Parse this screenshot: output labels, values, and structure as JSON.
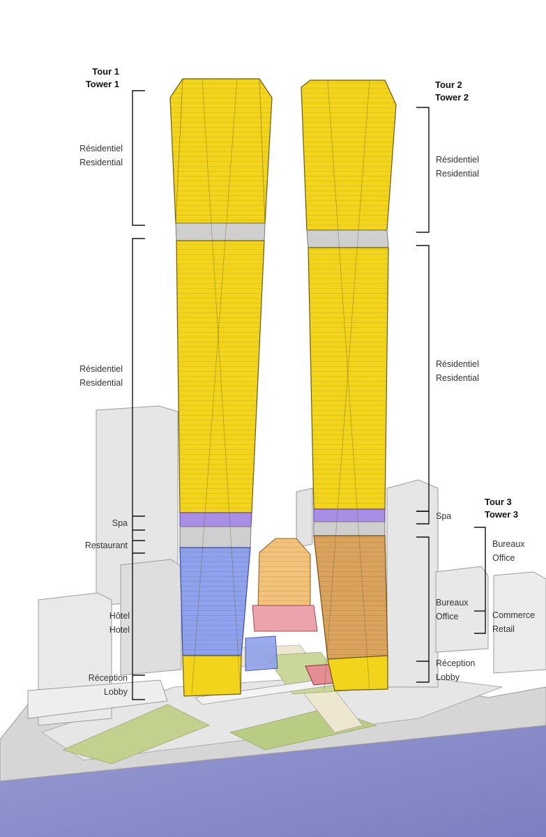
{
  "towers": {
    "tower1": {
      "title_fr": "Tour 1",
      "title_en": "Tower 1"
    },
    "tower2": {
      "title_fr": "Tour 2",
      "title_en": "Tower 2"
    },
    "tower3": {
      "title_fr": "Tour 3",
      "title_en": "Tower 3"
    }
  },
  "labels": {
    "t1_res_upper": {
      "fr": "Résidentiel",
      "en": "Residential"
    },
    "t1_res_lower": {
      "fr": "Résidentiel",
      "en": "Residential"
    },
    "t1_spa": {
      "text": "Spa"
    },
    "t1_restaurant": {
      "text": "Restaurant"
    },
    "t1_hotel": {
      "fr": "Hôtel",
      "en": "Hotel"
    },
    "t1_lobby": {
      "fr": "Réception",
      "en": "Lobby"
    },
    "t2_res_upper": {
      "fr": "Résidentiel",
      "en": "Residential"
    },
    "t2_res_lower": {
      "fr": "Résidentiel",
      "en": "Residential"
    },
    "t2_spa": {
      "text": "Spa"
    },
    "t2_office": {
      "fr": "Bureaux",
      "en": "Office"
    },
    "t2_lobby": {
      "fr": "Réception",
      "en": "Lobby"
    },
    "t3_office": {
      "fr": "Bureaux",
      "en": "Office"
    },
    "t3_retail": {
      "fr": "Commerce",
      "en": "Retail"
    }
  },
  "colors": {
    "residential": "#f2d41c",
    "spa": "#a98ee6",
    "hotel": "#8fa1ea",
    "office": "#d9a35e",
    "amenity_band": "#cfcfcf",
    "podium": "#e8a0a8",
    "context_building": "#e4e4e4",
    "water": "#8a8cc8",
    "park": "#bccf8a"
  }
}
